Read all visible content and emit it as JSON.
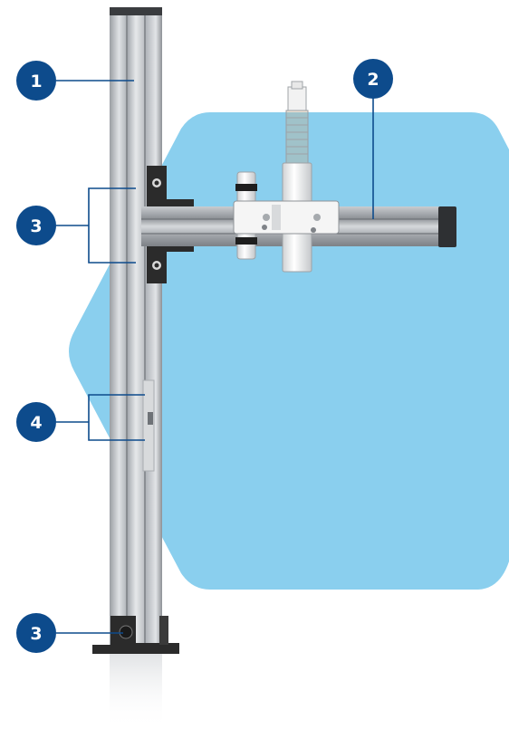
{
  "callouts": [
    {
      "number": "1"
    },
    {
      "number": "2"
    },
    {
      "number": "3"
    },
    {
      "number": "4"
    },
    {
      "number": "3"
    }
  ],
  "colors": {
    "background_hexagon": "#8acfee",
    "badge_fill": "#0d4b8c",
    "leader_line": "#0d4b8c",
    "aluminium_light": "#d9dcdf",
    "aluminium_dark": "#8d9196",
    "bracket_black": "#2b2b2b"
  }
}
